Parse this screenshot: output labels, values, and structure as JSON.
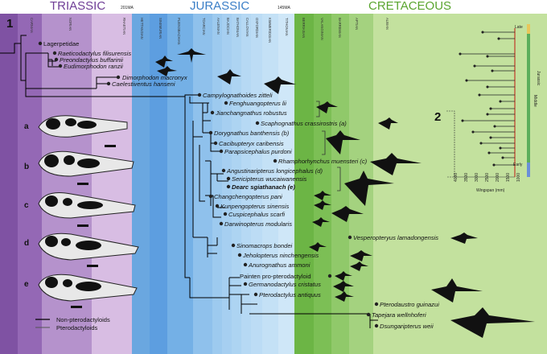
{
  "periods": {
    "triassic": "TRIASSIC",
    "jurassic": "JURASSIC",
    "cretaceous": "CRETACEOUS"
  },
  "boundaries": {
    "tj": "201MA",
    "jk": "145MA"
  },
  "stages": [
    "CARNIAN",
    "NORIAN",
    "RHAETIAN",
    "HETTANGIAN",
    "SINEMURIAN",
    "PLIENSBACHIAN",
    "TOARCIAN",
    "AALENIAN",
    "BAJOCIAN",
    "BATHONIAN",
    "CALLOVIAN",
    "OXFORDIAN",
    "KIMMERIDGIAN",
    "TITHONIAN",
    "BERRIASIAN",
    "VALANGINIAN",
    "BARREMIAN",
    "APTIAN",
    "ALBIAN"
  ],
  "panels": {
    "one": "1",
    "two": "2"
  },
  "skull_labels": [
    "a",
    "b",
    "c",
    "d",
    "e"
  ],
  "taxa": [
    "Lagerpetidae",
    "Raeticodactylus filisurensis",
    "Preondactylus buffarinii",
    "Eudimorphodon ranzii",
    "Dimorphodon macronyx",
    "Caelestiventus hanseni",
    "Campylognathoides zitteli",
    "Fenghuangopterus lii",
    "Jianchangnathus robustus",
    "Scaphognathus crassirostris (a)",
    "Dorygnathus banthensis (b)",
    "Cacibupteryx caribensis",
    "Parapsicephalus purdoni",
    "Rhamphorhynchus muensteri (c)",
    "Angustinaripterus longicephalus (d)",
    "Sericipterus wucaiwanensis",
    "Dearc sgiathanach (e)",
    "Changchengopterus pani",
    "Kunpengopterus sinensis",
    "Cuspicephalus scarfi",
    "Darwinopterus modularis",
    "Vesperopteryus lamadongensis",
    "Sinomacrops bondei",
    "Jeholopterus ninchengensis",
    "Anurognathus ammoni",
    "Painten pro-pterodactyloid",
    "Germanodactylus cristatus",
    "Pterodactylus antiquus",
    "Pterodaustro guinazui",
    "Tapejara wellnhoferi",
    "Dsungaripterus weii"
  ],
  "inset": {
    "late": "Late",
    "middle": "Middle",
    "early": "Early",
    "jurassic": "Jurassic",
    "xaxis": "Wingspan (mm)",
    "ticks": [
      "4000",
      "3500",
      "3000",
      "2500",
      "2000",
      "1500",
      "1000"
    ]
  },
  "legend": {
    "non_ptero": "Non-pterodactyloids",
    "ptero": "Pterodactyloids"
  },
  "colors": {
    "triassic_dark": "#7b4f9e",
    "triassic_light": "#c9a3d6",
    "jurassic_dark": "#4a90d9",
    "jurassic_light": "#b8dbf3",
    "cretaceous_dark": "#74b84a",
    "cretaceous_light": "#d6ecb3"
  }
}
